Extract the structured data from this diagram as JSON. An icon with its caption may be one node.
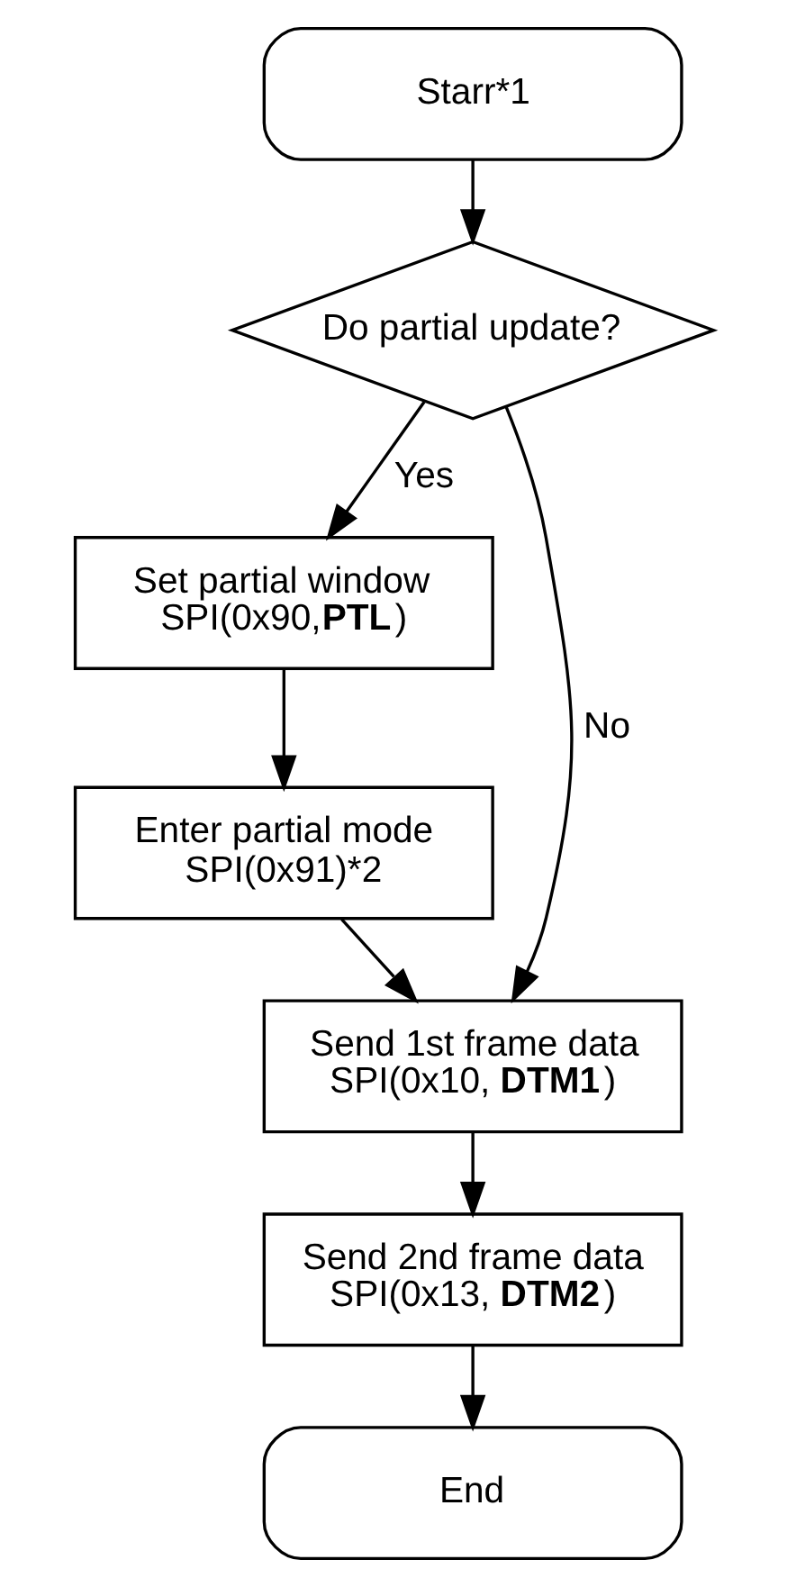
{
  "diagram": {
    "nodes": [
      {
        "text": [
          "Starr*1"
        ]
      },
      {
        "text": [
          "Do partial update?"
        ]
      },
      {
        "text": [
          "Set partial window",
          "SPI(0x90,**PTL**)"
        ]
      },
      {
        "text": [
          "Enter partial mode",
          "SPI(0x91)*2"
        ]
      },
      {
        "text": [
          "Send 1st frame data",
          "SPI(0x10, **DTM1**)"
        ]
      },
      {
        "text": [
          "Send 2nd frame data",
          "SPI(0x13, **DTM2**)"
        ]
      },
      {
        "text": [
          "End"
        ]
      }
    ],
    "edges": [
      {
        "from": 0,
        "to": 1,
        "arrow": "to"
      },
      {
        "from": 1,
        "to": 2,
        "arrow": "to",
        "label": "Yes"
      },
      {
        "from": 1,
        "to": 4,
        "arrow": "to",
        "label": "No"
      },
      {
        "from": 2,
        "to": 3,
        "arrow": "to"
      },
      {
        "from": 3,
        "to": 4,
        "arrow": "to"
      },
      {
        "from": 4,
        "to": 5,
        "arrow": "to"
      },
      {
        "from": 5,
        "to": 6,
        "arrow": "to"
      }
    ]
  }
}
